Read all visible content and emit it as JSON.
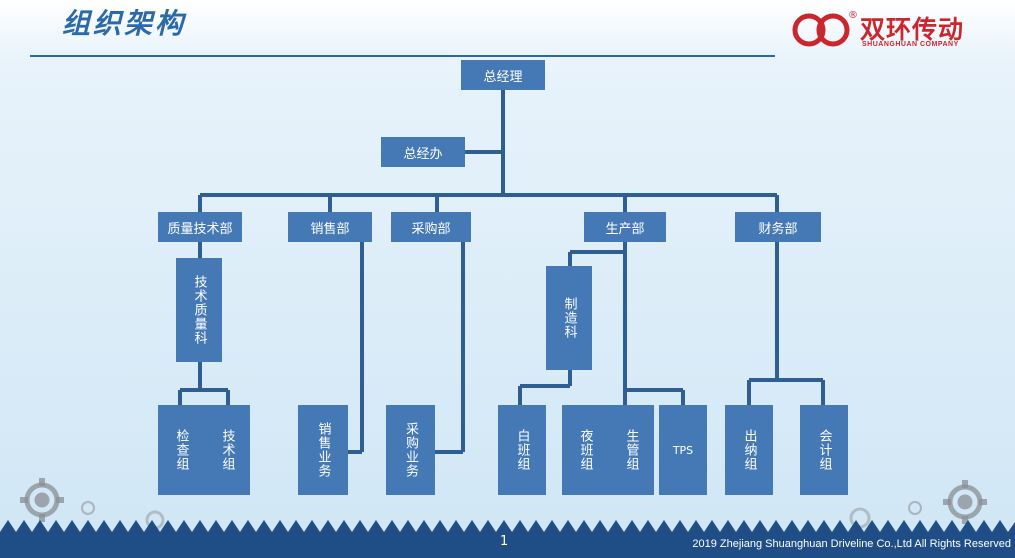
{
  "header": {
    "title": "组织架构",
    "logo_cn": "双环传动",
    "logo_en": "SHUANGHUAN COMPANY",
    "logo_reg": "®"
  },
  "org": {
    "gm": "总经理",
    "gm_office": "总经办",
    "departments": {
      "quality": "质量技术部",
      "sales": "销售部",
      "purchase": "采购部",
      "production": "生产部",
      "finance": "财务部"
    },
    "sections": {
      "quality_section": "技术质量科",
      "manufacturing_section": "制造科"
    },
    "groups": {
      "inspection": "检查组",
      "technical": "技术组",
      "sales_business": "销售业务",
      "purchase_business": "采购业务",
      "day_shift": "白班组",
      "night_shift": "夜班组",
      "production_mgmt": "生管组",
      "tps": "TPS",
      "cashier": "出纳组",
      "accounting": "会计组"
    }
  },
  "footer": {
    "page": "1",
    "copyright": "2019 Zhejiang Shuanghuan Driveline Co.,Ltd  All Rights Reserved"
  },
  "colors": {
    "box": "#4579b6",
    "line": "#2f5e92",
    "title": "#2b6aa8",
    "brand_red": "#c9262d",
    "footer": "#1f4e86"
  }
}
